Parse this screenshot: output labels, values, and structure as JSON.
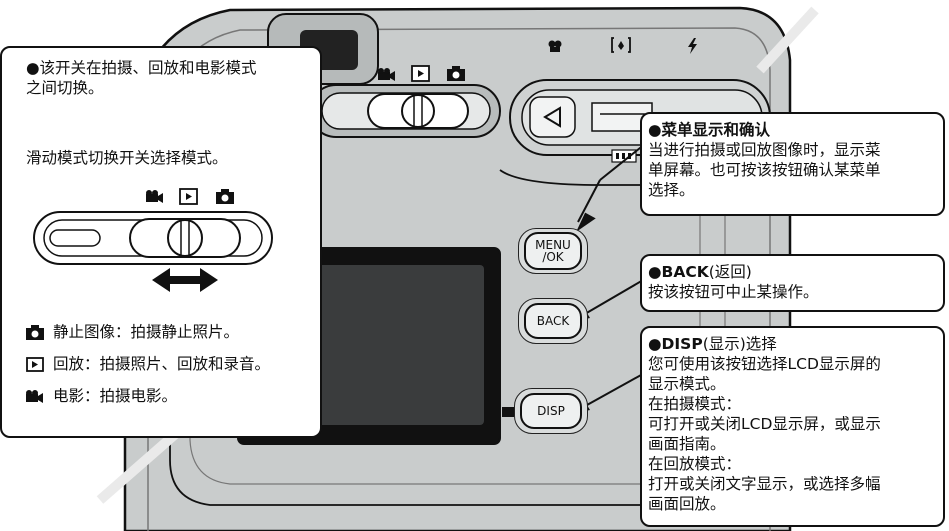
{
  "camera": {
    "mode_icons": [
      "movie-icon",
      "playback-icon",
      "camera-icon"
    ],
    "top_icons": [
      "macro-icon",
      "focus-frame-icon",
      "flash-icon"
    ],
    "index_icon": "index-icon",
    "buttons": {
      "menu_ok": [
        "MENU",
        "/OK"
      ],
      "back": "BACK",
      "disp": "DISP"
    }
  },
  "left_box": {
    "heading": [
      "●该开关在拍摄、回放和电影模式",
      "之间切换。"
    ],
    "instruction": "滑动模式切换开关选择模式。",
    "legend": [
      {
        "icon": "camera-icon",
        "text": "静止图像：拍摄静止照片。"
      },
      {
        "icon": "playback-icon",
        "text": "回放：拍摄照片、回放和录音。"
      },
      {
        "icon": "movie-icon",
        "text": "电影：拍摄电影。"
      }
    ]
  },
  "menu_box": {
    "title": "●菜单显示和确认",
    "lines": [
      "当进行拍摄或回放图像时，显示菜",
      "单屏幕。也可按该按钮确认某菜单",
      "选择。"
    ]
  },
  "back_box": {
    "title_bold": "●BACK",
    "title_rest": "(返回)",
    "lines": [
      "按该按钮可中止某操作。"
    ]
  },
  "disp_box": {
    "title_bold": "●DISP",
    "title_rest": "(显示)选择",
    "lines": [
      "您可使用该按钮选择LCD显示屏的",
      "显示模式。",
      "在拍摄模式：",
      "可打开或关闭LCD显示屏，或显示",
      "画面指南。",
      "在回放模式：",
      "打开或关闭文字显示，或选择多幅",
      "画面回放。"
    ]
  },
  "colors": {
    "body": "#c9cccc",
    "body_dark": "#9a9e9e",
    "lcd": "#111111",
    "outline": "#111111"
  }
}
